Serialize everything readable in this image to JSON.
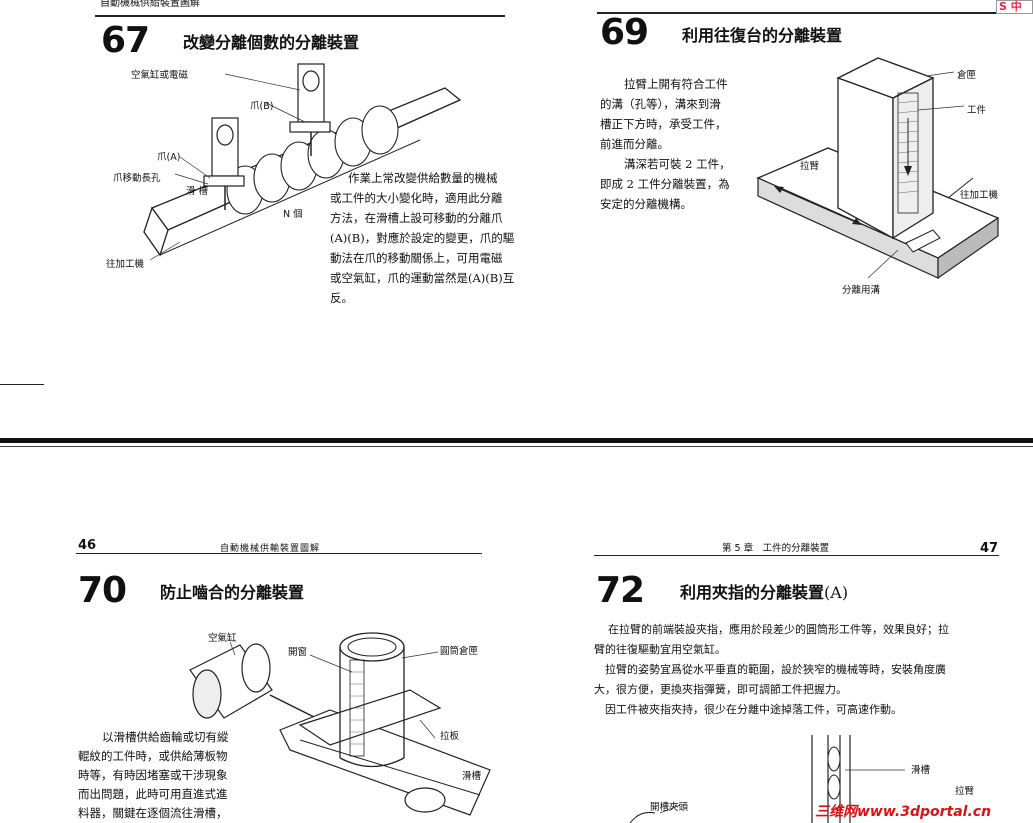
{
  "top_left": {
    "header": "自動機械供給裝置圖解",
    "section_number": "67",
    "section_title": "改變分離個數的分離裝置",
    "labels": {
      "cylinder": "空氣缸或電磁",
      "claw_b": "爪(B)",
      "claw_a": "爪(A)",
      "slot": "爪移動長孔",
      "chute": "滑 槽",
      "n_pieces": "N 個",
      "to_machining": "往加工機"
    },
    "body": [
      "作業上常改變供給數量的機械",
      "或工件的大小變化時，適用此分離",
      "方法，在滑槽上設可移動的分離爪",
      "(A)(B)，對應於設定的變更，爪的驅",
      "動法在爪的移動關係上，可用電磁",
      "或空氣缸，爪的運動當然是(A)(B)互",
      "反。"
    ]
  },
  "top_right": {
    "section_number": "69",
    "section_title": "利用往復台的分離裝置",
    "body": [
      "拉臂上開有符合工件",
      "的溝（孔等），溝來到滑",
      "槽正下方時，承受工件，",
      "前進而分離。",
      "溝深若可裝 2 工件，",
      "即成 2 工件分離裝置，為",
      "安定的分離機構。"
    ],
    "labels": {
      "magazine": "倉匣",
      "workpiece": "工件",
      "arm": "拉臂",
      "to_machining": "往加工機",
      "groove": "分離用溝"
    }
  },
  "bottom_left": {
    "page_number": "46",
    "header": "自動機械供輸裝置圖解",
    "section_number": "70",
    "section_title": "防止嚙合的分離裝置",
    "labels": {
      "cylinder": "空氣缸",
      "opening": "開窗",
      "magazine": "圓筒倉匣",
      "plate": "拉板",
      "chute": "滑槽"
    },
    "body": [
      "以滑槽供給齒輪或切有縱",
      "輥紋的工件時，或供給薄板物",
      "時等，有時因堵塞或干涉現象",
      "而出問題，此時可用直進式進",
      "料器，關鍵在逐個流往滑槽，"
    ]
  },
  "bottom_right": {
    "chapter": "第 5 章　工件的分離裝置",
    "page_number": "47",
    "section_number": "72",
    "section_title": "利用夾指的分離裝置",
    "section_suffix": "(A)",
    "body": [
      "在拉臂的前端裝設夾指，應用於段差少的圓筒形工件等，效果良好；拉",
      "臂的往復驅動宜用空氣缸。",
      "　拉臂的姿勢宜爲從水平垂直的範圍，設於狹窄的機械等時，安裝角度廣",
      "大，很方便，更換夾指彈簧，即可調節工件把握力。",
      "　因工件被夾指夾持，很少在分離中途掉落工件，可高速作動。"
    ],
    "labels": {
      "chute": "滑槽",
      "arm": "拉臂",
      "gripper": "開槽夾頭"
    }
  },
  "watermark": "三维网www.3dportal.cn",
  "corner_badge": "S 中"
}
